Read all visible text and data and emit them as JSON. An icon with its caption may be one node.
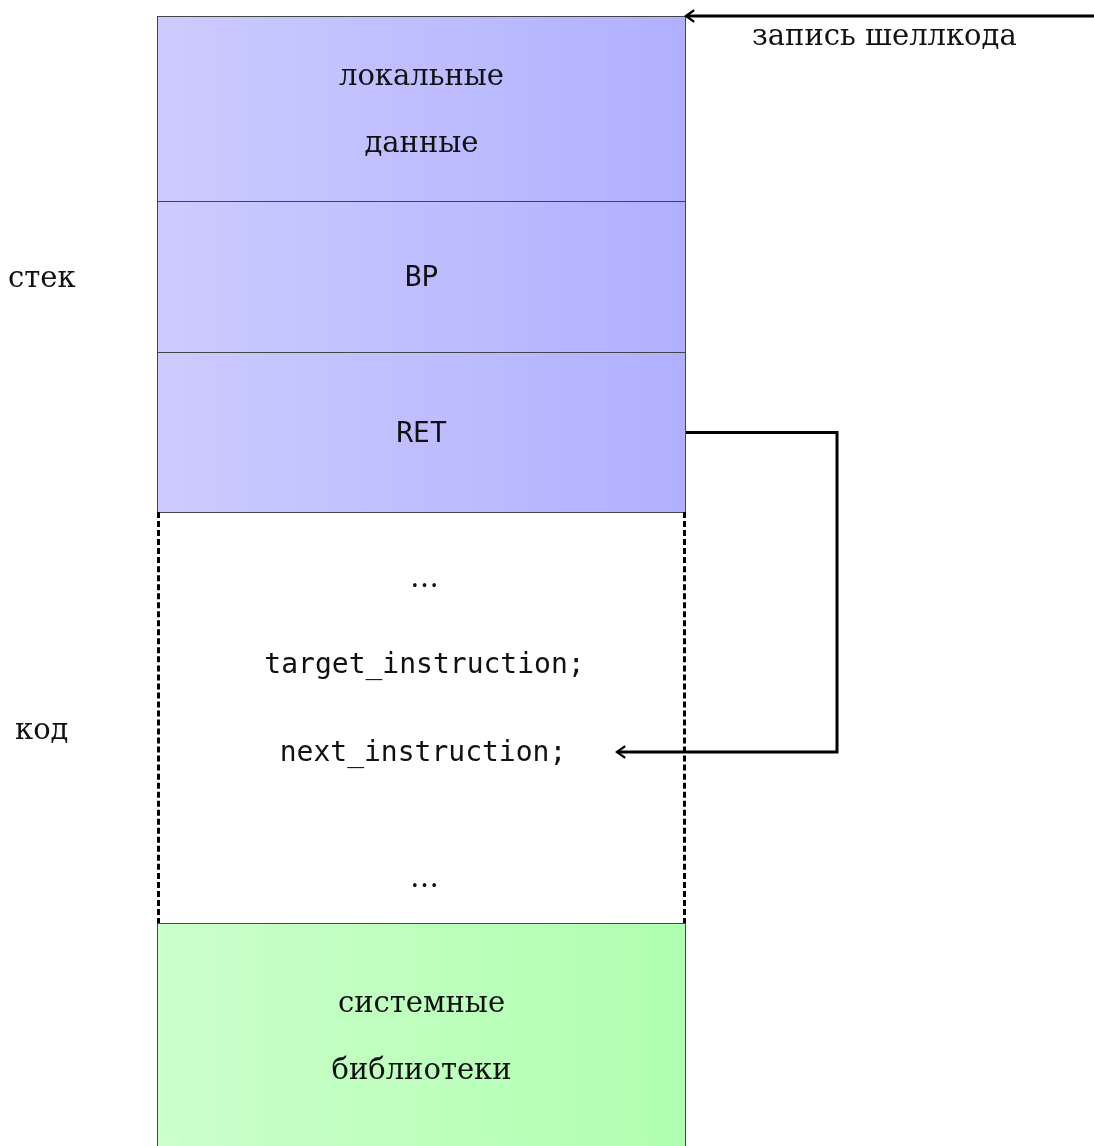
{
  "diagram": {
    "nodes": [
      {
        "text": [
          "локальные данные"
        ]
      },
      {
        "text": [
          "BP"
        ]
      },
      {
        "text": [
          "RET"
        ]
      },
      {
        "text": [],
        "shape": "box"
      },
      {
        "text": [
          "…"
        ],
        "in": 3
      },
      {
        "text": [
          "target_instruction;"
        ],
        "in": 3
      },
      {
        "text": [
          "next_instruction;"
        ],
        "in": 3
      },
      {
        "text": [
          "…"
        ],
        "in": 3
      },
      {
        "text": [
          "системные библиотеки"
        ]
      }
    ],
    "edges": [
      {
        "from": null,
        "to": 0,
        "arrow": "to",
        "label": "запись шеллкода"
      },
      {
        "from": 2,
        "to": 6,
        "arrow": "to"
      }
    ],
    "labels": [
      "стек",
      "код"
    ]
  }
}
